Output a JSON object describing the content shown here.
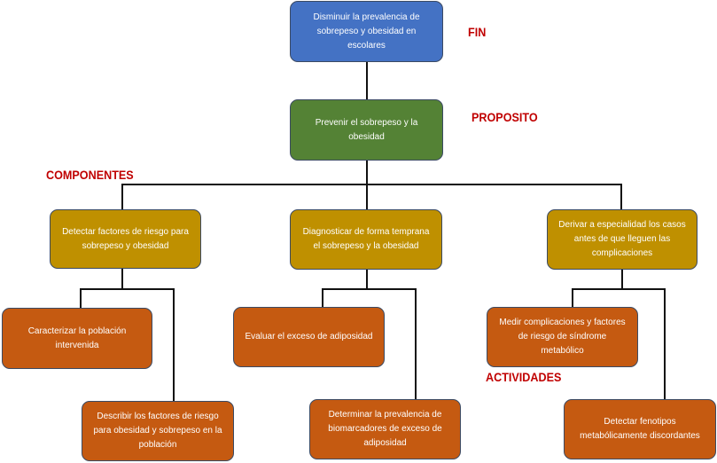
{
  "labels": {
    "fin": "FIN",
    "proposito": "PROPOSITO",
    "componentes": "COMPONENTES",
    "actividades": "ACTIVIDADES"
  },
  "fin": "Disminuir la prevalencia de sobrepeso y obesidad en escolares",
  "proposito": "Prevenir el sobrepeso y la obesidad",
  "componentes": [
    "Detectar factores de riesgo para sobrepeso y obesidad",
    "Diagnosticar de forma temprana el sobrepeso y la obesidad",
    "Derivar a especialidad los casos antes de que lleguen las complicaciones"
  ],
  "actividades": [
    "Caracterizar la población intervenida",
    "Describir los factores de riesgo para obesidad y sobrepeso en la población",
    "Evaluar el exceso de adiposidad",
    "Determinar la prevalencia de biomarcadores de exceso de adiposidad",
    "Medir complicaciones y factores de riesgo de síndrome metabólico",
    "Detectar fenotipos metabólicamente discordantes"
  ],
  "colors": {
    "fin": "#4472C4",
    "proposito": "#548235",
    "componente": "#BF9000",
    "actividad": "#C55A11",
    "label": "#C00000"
  }
}
